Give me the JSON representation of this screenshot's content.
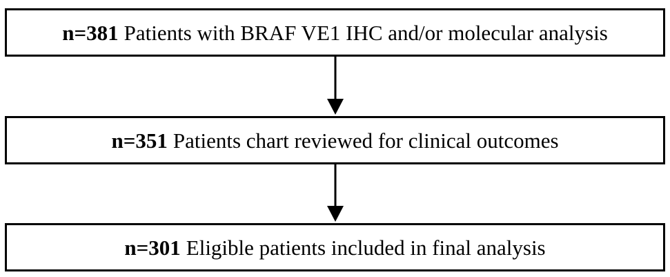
{
  "flowchart": {
    "steps": [
      {
        "count": "n=381",
        "text": "Patients with BRAF VE1 IHC and/or molecular analysis"
      },
      {
        "count": "n=351",
        "text": "Patients chart reviewed for clinical outcomes"
      },
      {
        "count": "n=301",
        "text": "Eligible patients included in final analysis"
      }
    ]
  },
  "colors": {
    "stroke": "#000000",
    "background": "#ffffff"
  }
}
